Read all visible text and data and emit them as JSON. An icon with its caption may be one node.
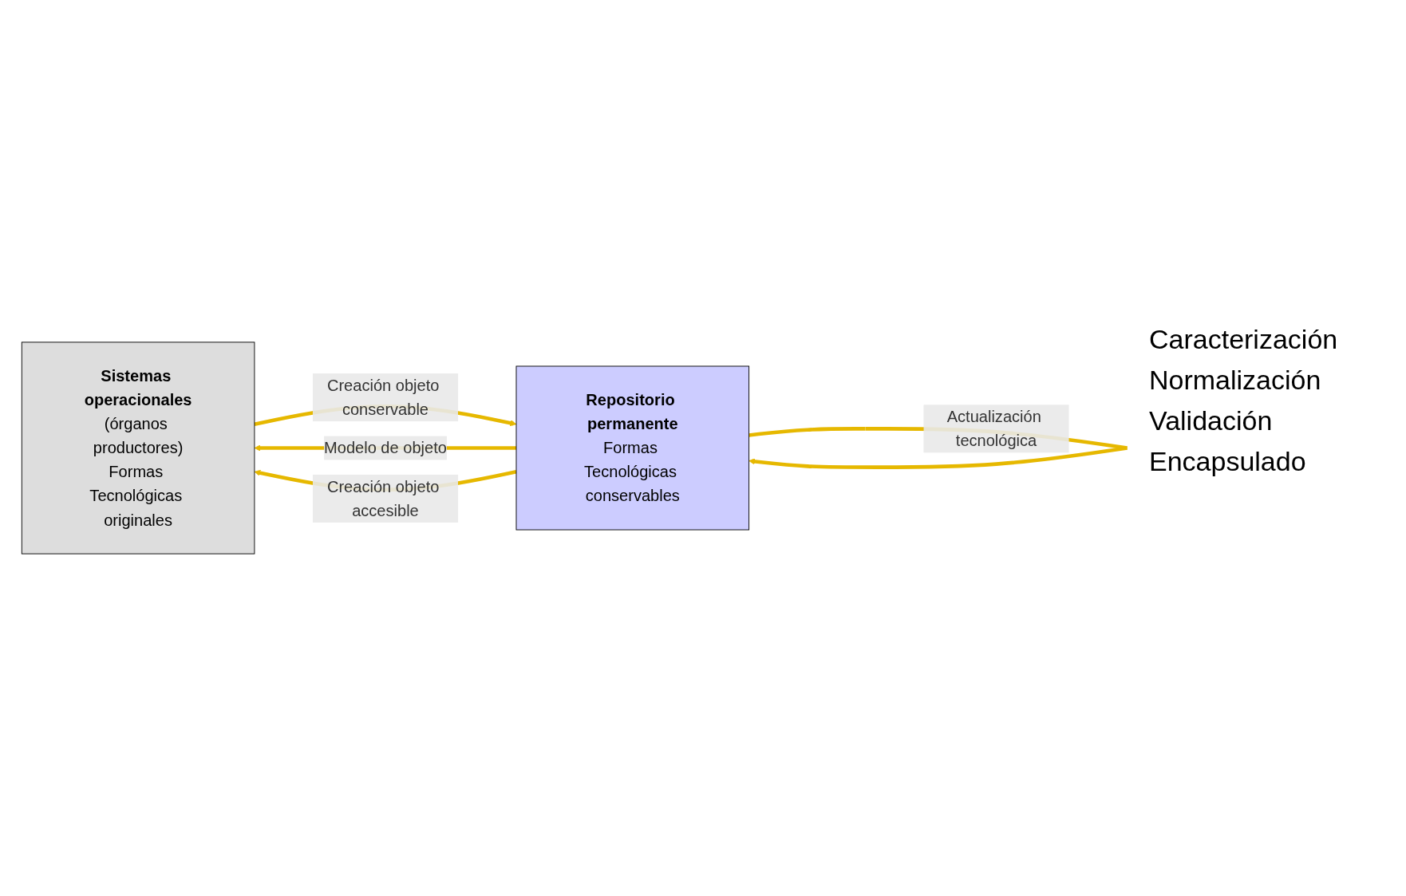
{
  "diagram": {
    "nodes": [
      {
        "text": [
          "Sistemas operacionales",
          "(órganos productores)",
          "Formas Tecnológicas originales"
        ]
      },
      {
        "text": [
          "Repositorio permanente",
          "Formas Tecnológicas conservables"
        ]
      }
    ],
    "edges": [
      {
        "from": 0,
        "to": 1,
        "arrow": "to",
        "label": "Creación objeto conservable"
      },
      {
        "from": 1,
        "to": 0,
        "arrow": "to",
        "label": "Modelo de objeto"
      },
      {
        "from": 1,
        "to": 1,
        "arrow": "to",
        "label": "Actualización tecnológica"
      },
      {
        "from": 1,
        "to": 0,
        "arrow": "to",
        "label": "Creación objeto accesible"
      }
    ],
    "labels": [
      "Caracterización",
      "Normalización",
      "Validación",
      "Encapsulado"
    ]
  }
}
